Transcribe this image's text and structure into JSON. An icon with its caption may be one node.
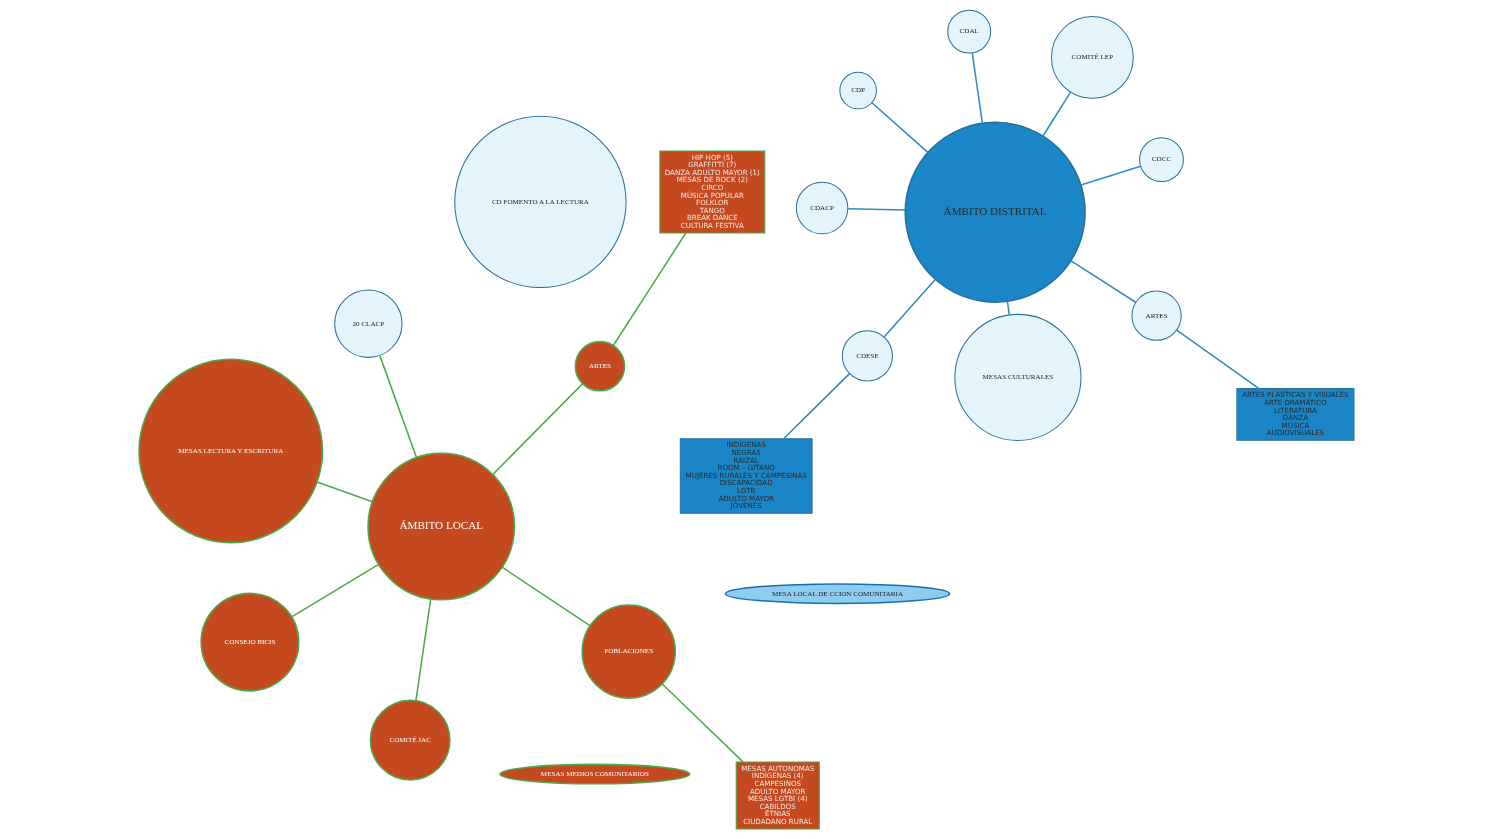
{
  "diagram": {
    "nodes": [
      {
        "text": [
          "CDP"
        ]
      },
      {
        "text": [
          "ARTES"
        ]
      },
      {
        "text": [
          "ARTES PLÁSTICAS Y VISUALES",
          "ARTE DRAMÁTICO",
          "LITERATURA",
          "DANZA",
          "MÚSICA",
          "AUDIOVISUALES"
        ]
      },
      {
        "text": [
          "HIP HOP (5)",
          "GRAFFITTI (7)",
          "DANZA ADULTO MAYOR (1)",
          "MESAS DE ROCK (2)",
          "CIRCO",
          "MÚSICA POPULAR",
          "FOLKLOR",
          "TANGO",
          "BREAK DANCE",
          "CULTURA FESTIVA"
        ]
      },
      {
        "text": [
          "ARTES"
        ]
      },
      {
        "text": [
          "CDAL"
        ]
      },
      {
        "text": [
          "COMITÉ JAC"
        ]
      },
      {
        "text": [
          "COMITÉ LEP"
        ]
      },
      {
        "text": [
          "ÁMBITO DISTRITAL"
        ]
      },
      {
        "text": [
          "CDACP"
        ]
      },
      {
        "text": [
          "20 CLACP"
        ]
      },
      {
        "text": [
          "ÁMBITO LOCAL"
        ]
      },
      {
        "text": [
          "MESAS LECTURA Y ESCRITURA"
        ]
      },
      {
        "text": [
          "CDCC"
        ]
      },
      {
        "text": [
          "INDÍGENAS",
          "NEGRAS",
          "RAIZAL",
          "ROOM – GITANO",
          "MUJERES RURALES Y CAMPESINAS",
          "DISCAPACIDAD",
          "LGTB",
          "ADULTO MAYOR",
          "JÓVENES"
        ]
      },
      {
        "text": [
          "MESAS AUTONOMAS",
          "INDÍGENAS (4)",
          "CAMPESINOS",
          "ADULTO MAYOR",
          "MESAS LGTBI (4)",
          "CABILDOS",
          "ÉTNIAS",
          "CIUDADANO RURAL"
        ]
      },
      {
        "text": [
          "MESAS CULTURALES"
        ]
      },
      {
        "text": [
          "CDESE"
        ]
      },
      {
        "text": [
          "POBLACIONES"
        ]
      },
      {
        "text": [
          "CONSEJO BICIS"
        ]
      },
      {
        "text": [
          "CD FOMENTO A LA LECTURA"
        ]
      },
      {
        "text": [
          "MESA LOCAL DE CCION COMUNITARIA"
        ]
      },
      {
        "text": [
          "MESAS MEDIOS COMUNITARIOS"
        ]
      }
    ],
    "edges": [
      {
        "from": 0,
        "to": 8,
        "arrow": "none"
      },
      {
        "from": 1,
        "to": 8,
        "arrow": "none"
      },
      {
        "from": 1,
        "to": 2,
        "arrow": "none"
      },
      {
        "from": 5,
        "to": 8,
        "arrow": "none"
      },
      {
        "from": 7,
        "to": 8,
        "arrow": "none"
      },
      {
        "from": 13,
        "to": 8,
        "arrow": "none"
      },
      {
        "from": 16,
        "to": 8,
        "arrow": "none"
      },
      {
        "from": 17,
        "to": 8,
        "arrow": "none"
      },
      {
        "from": 17,
        "to": 14,
        "arrow": "none"
      },
      {
        "from": 8,
        "to": 9,
        "arrow": "none"
      },
      {
        "from": 3,
        "to": 4,
        "arrow": "none",
        "color": "#4caa4a"
      },
      {
        "from": 4,
        "to": 11,
        "arrow": "none",
        "color": "#4caa4a"
      },
      {
        "from": 6,
        "to": 11,
        "arrow": "none",
        "color": "#4caa4a"
      },
      {
        "from": 10,
        "to": 11,
        "arrow": "none",
        "color": "#4caa4a"
      },
      {
        "from": 11,
        "to": 12,
        "arrow": "none",
        "color": "#4caa4a"
      },
      {
        "from": 11,
        "to": 19,
        "arrow": "none",
        "color": "#4caa4a"
      },
      {
        "from": 11,
        "to": 18,
        "arrow": "none",
        "color": "#4caa4a"
      },
      {
        "from": 15,
        "to": 18,
        "arrow": "none",
        "color": "#4caa4a"
      }
    ]
  }
}
